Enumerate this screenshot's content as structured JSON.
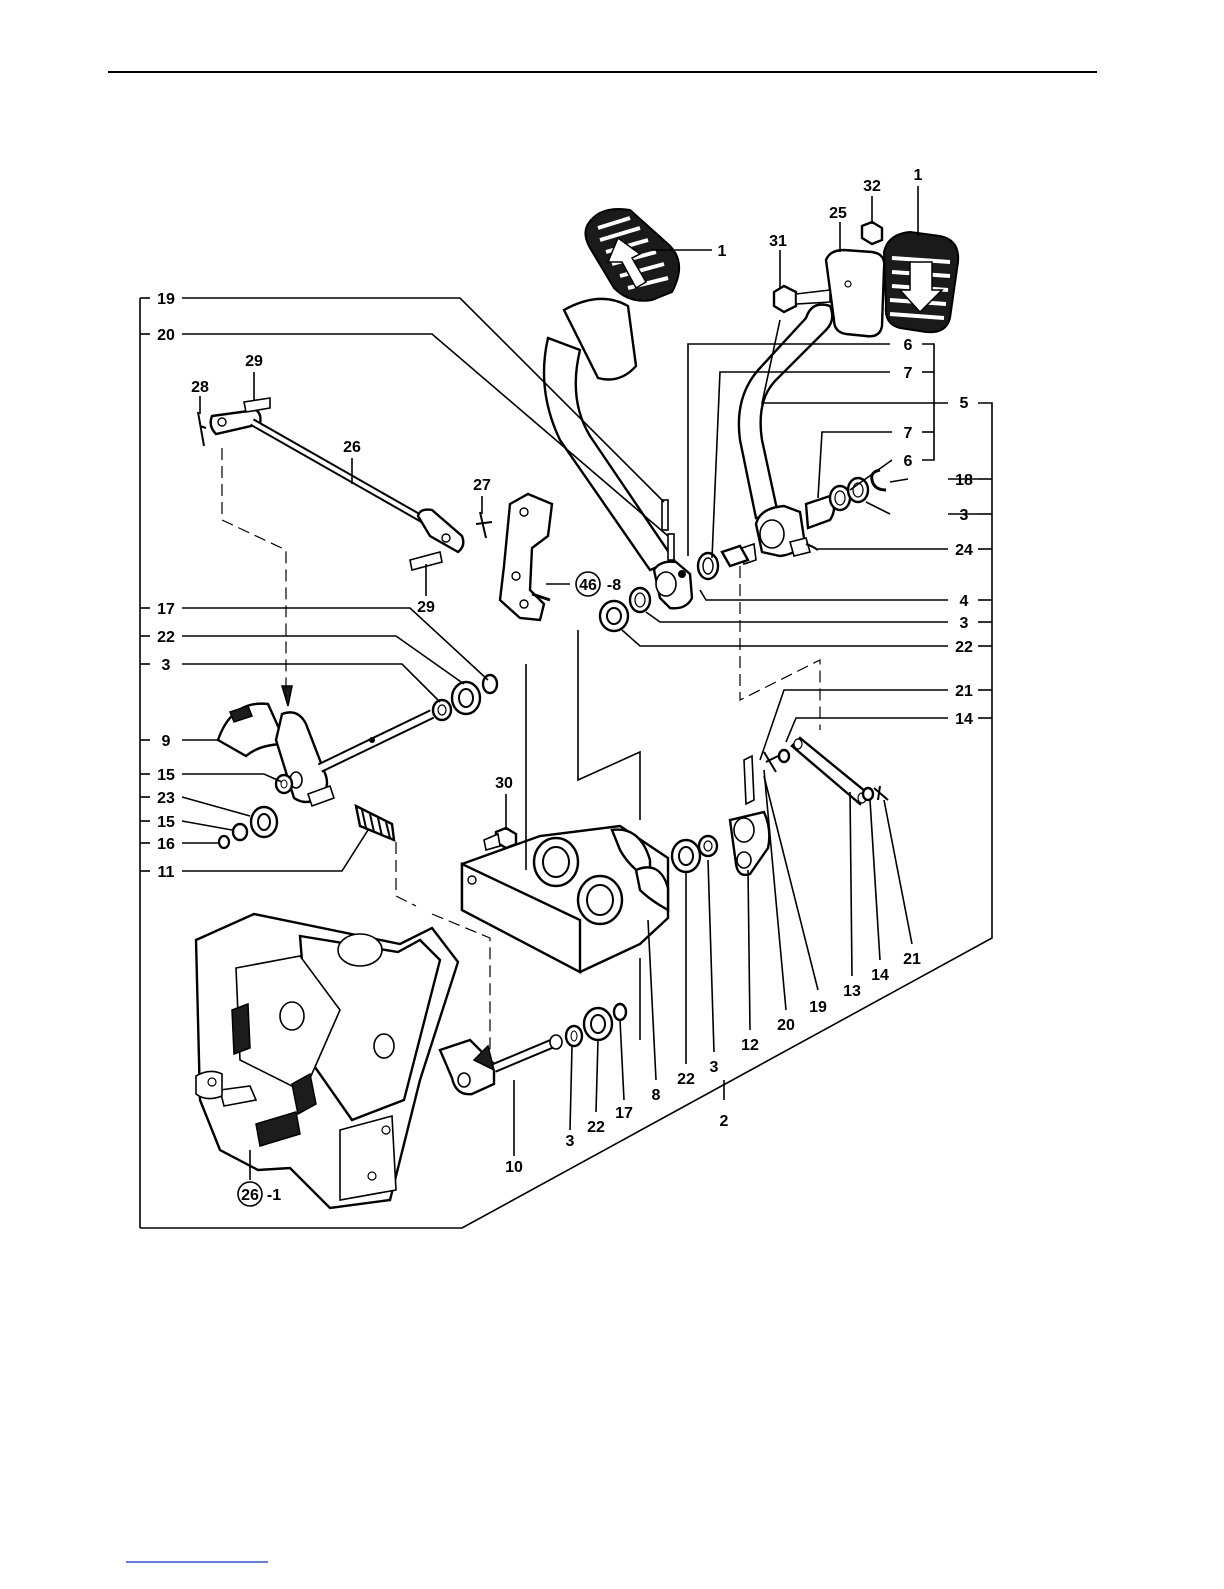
{
  "diagram": {
    "labels": {
      "r1_top": "1",
      "r32": "32",
      "r25": "25",
      "r31": "31",
      "r1_left": "1",
      "r6_a": "6",
      "r7_a": "7",
      "r5": "5",
      "r7_b": "7",
      "r6_b": "6",
      "r18": "18",
      "r3_a": "3",
      "r24": "24",
      "r4": "4",
      "r3_b": "3",
      "r22_a": "22",
      "r21_a": "21",
      "r14_a": "14",
      "l19": "19",
      "l20": "20",
      "l29_a": "29",
      "l28": "28",
      "l26": "26",
      "l27": "27",
      "ref46": "46",
      "ref46_suffix": "-8",
      "l29_b": "29",
      "l17": "17",
      "l22": "22",
      "l3": "3",
      "l9": "9",
      "l15_a": "15",
      "l23": "23",
      "l15_b": "15",
      "l16": "16",
      "l11": "11",
      "c30": "30",
      "b21": "21",
      "b14": "14",
      "b13": "13",
      "b19": "19",
      "b20": "20",
      "b12": "12",
      "b3": "3",
      "b22": "22",
      "b8": "8",
      "b17": "17",
      "b22_b": "22",
      "b3_b": "3",
      "b10": "10",
      "b2": "2",
      "ref26": "26",
      "ref26_suffix": "-1"
    }
  }
}
